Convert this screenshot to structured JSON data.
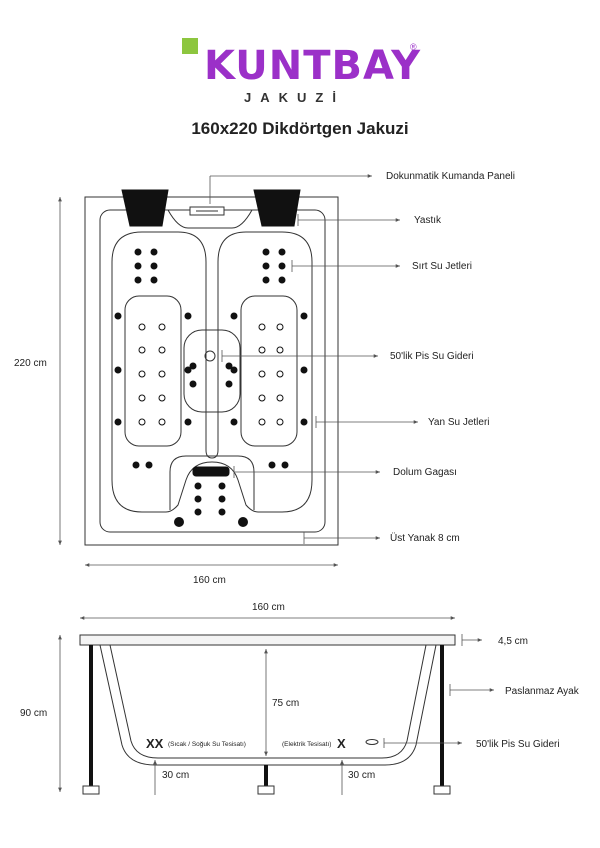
{
  "brand": {
    "name": "KUNTBAY",
    "registered": "®",
    "subtitle": "JAKUZİ"
  },
  "title": "160x220 Dikdörtgen Jakuzi",
  "top_view": {
    "width_label": "160 cm",
    "height_label": "220 cm",
    "callouts": {
      "control_panel": "Dokunmatik Kumanda Paneli",
      "pillow": "Yastık",
      "back_jets": "Sırt Su Jetleri",
      "drain": "50'lik Pis Su Gideri",
      "side_jets": "Yan Su Jetleri",
      "fill": "Dolum Gagası",
      "rim": "Üst Yanak 8 cm"
    }
  },
  "side_view": {
    "width_label": "160 cm",
    "height_label": "90 cm",
    "inner_depth_label": "75 cm",
    "rim_label": "4,5 cm",
    "leg_label": "Paslanmaz Ayak",
    "drain_label": "50'lik Pis Su Gideri",
    "water_mark": "XX",
    "water_label": "(Sıcak / Soğuk Su Tesisatı)",
    "electric_label": "(Elektrik Tesisatı)",
    "electric_mark": "X",
    "left_offset_label": "30 cm",
    "right_offset_label": "30 cm"
  },
  "colors": {
    "brand_purple": "#9b30c8",
    "brand_green": "#8dc63f",
    "line": "#333333"
  }
}
